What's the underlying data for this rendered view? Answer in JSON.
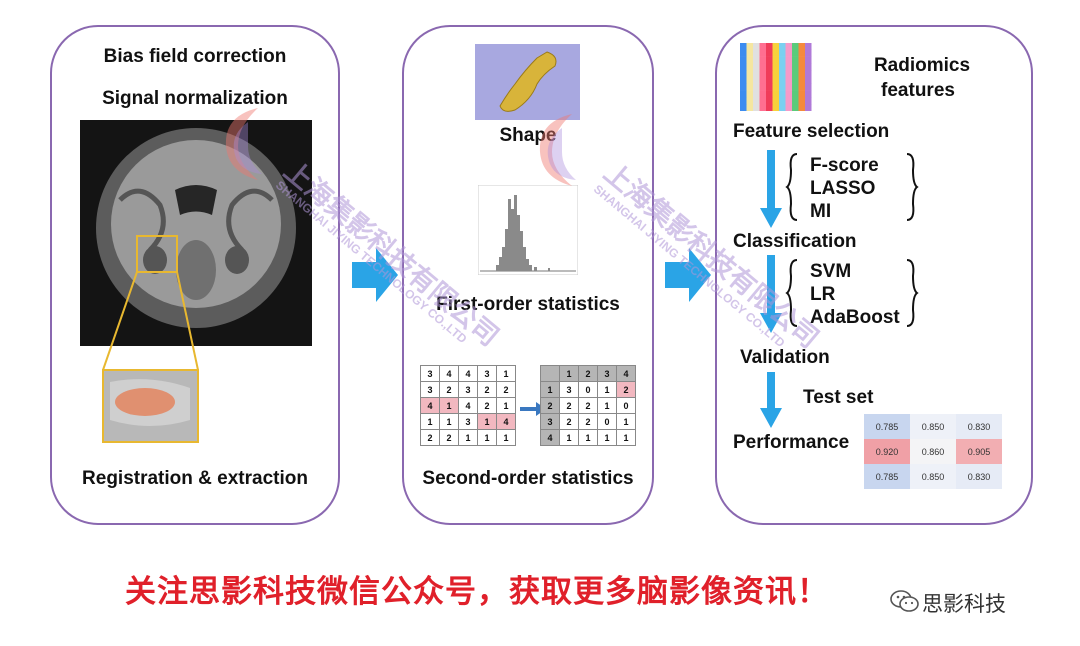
{
  "panel1": {
    "step1": "Bias field correction",
    "step2": "Signal normalization",
    "step3": "Registration & extraction"
  },
  "panel2": {
    "shape_label": "Shape",
    "first_order_label": "First-order statistics",
    "second_order_label": "Second-order statistics",
    "image_matrix": [
      [
        3,
        4,
        4,
        3,
        1
      ],
      [
        3,
        2,
        3,
        2,
        2
      ],
      [
        4,
        1,
        4,
        2,
        1
      ],
      [
        1,
        1,
        3,
        1,
        4
      ],
      [
        2,
        2,
        1,
        1,
        1
      ]
    ],
    "glcm_header": [
      "",
      "1",
      "2",
      "3",
      "4"
    ],
    "glcm_rows": [
      [
        "1",
        "3",
        "0",
        "1",
        "2"
      ],
      [
        "2",
        "2",
        "2",
        "1",
        "0"
      ],
      [
        "3",
        "2",
        "2",
        "0",
        "1"
      ],
      [
        "4",
        "1",
        "1",
        "1",
        "1"
      ]
    ]
  },
  "panel3": {
    "title_line1": "Radiomics",
    "title_line2": "features",
    "feature_selection": "Feature selection",
    "selection_methods": [
      "F-score",
      "LASSO",
      "MI"
    ],
    "classification": "Classification",
    "classifiers": [
      "SVM",
      "LR",
      "AdaBoost"
    ],
    "validation": "Validation",
    "test_set": "Test set",
    "performance": "Performance",
    "performance_table": [
      [
        "0.785",
        "0.850",
        "0.830"
      ],
      [
        "0.920",
        "0.860",
        "0.905"
      ],
      [
        "0.785",
        "0.850",
        "0.830"
      ]
    ]
  },
  "footer": {
    "text": "关注思影科技微信公众号，获取更多脑影像资讯！",
    "brand": "思影科技"
  },
  "watermark": {
    "cn": "上海集影科技有限公司",
    "en": "SHANGHAI JIYING TECHNOLOGY CO.,LTD"
  },
  "colors": {
    "panel_border": "#8a68b0",
    "arrow_blue": "#2aa4e6",
    "footer_red": "#e0202a",
    "matrix_highlight": "#f2b8c0",
    "perf_blue": "#c8d6ef",
    "perf_red": "#f0a0a6"
  }
}
